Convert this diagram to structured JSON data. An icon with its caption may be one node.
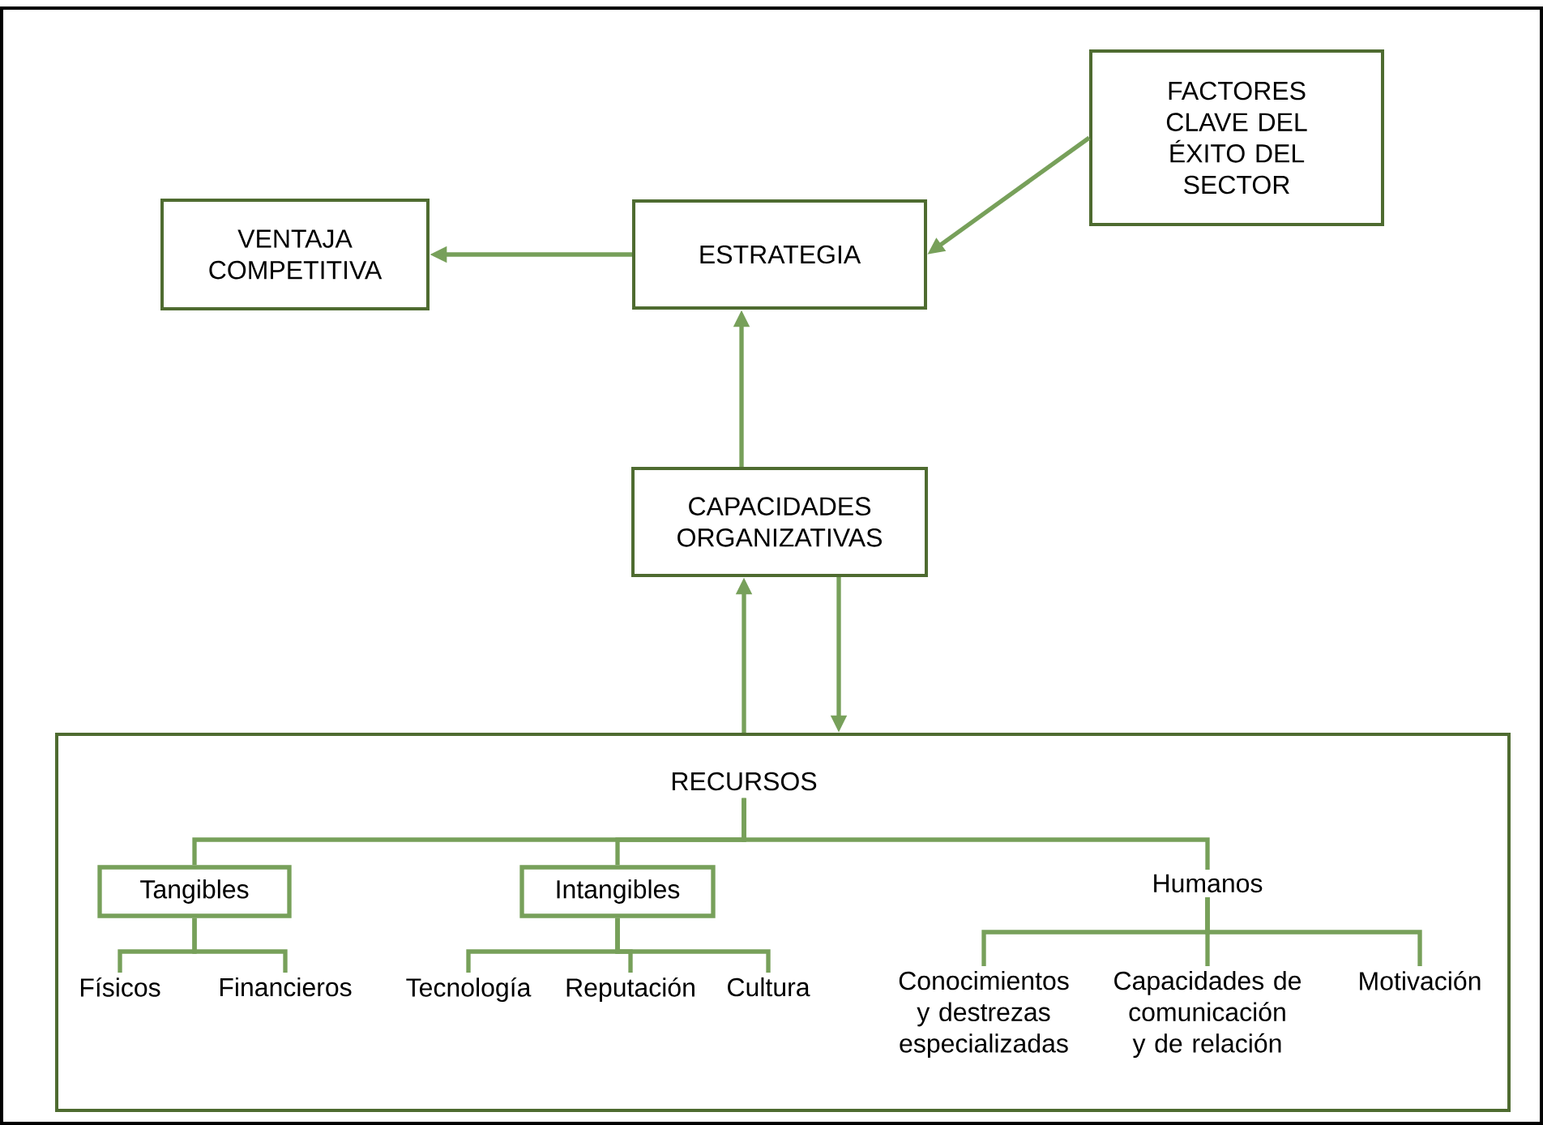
{
  "diagram": {
    "nodes": [
      {
        "text": [
          "VENTAJA COMPETITIVA"
        ]
      },
      {
        "text": [
          "ESTRATEGIA"
        ]
      },
      {
        "text": [
          "FACTORES CLAVE DEL ÉXITO DEL SECTOR"
        ]
      },
      {
        "text": [
          "CAPACIDADES ORGANIZATIVAS"
        ]
      },
      {
        "text": [
          "RECURSOS"
        ]
      },
      {
        "text": [
          "Tangibles"
        ],
        "in": 4
      },
      {
        "text": [
          "Intangibles"
        ],
        "in": 4
      },
      {
        "text": [
          "Humanos"
        ],
        "in": 4
      },
      {
        "text": [
          "Físicos"
        ],
        "in": 4
      },
      {
        "text": [
          "Financieros"
        ],
        "in": 4
      },
      {
        "text": [
          "Tecnología"
        ],
        "in": 4
      },
      {
        "text": [
          "Reputación"
        ],
        "in": 4
      },
      {
        "text": [
          "Cultura"
        ],
        "in": 4
      },
      {
        "text": [
          "Conocimientos y destrezas especializadas"
        ],
        "in": 4
      },
      {
        "text": [
          "Capacidades de comunicación y de relación"
        ],
        "in": 4
      },
      {
        "text": [
          "Motivación"
        ],
        "in": 4
      }
    ],
    "edges": [
      {
        "from": 1,
        "to": 0,
        "arrow": "to"
      },
      {
        "from": 2,
        "to": 1,
        "arrow": "to"
      },
      {
        "from": 3,
        "to": 1,
        "arrow": "to"
      },
      {
        "from": 4,
        "to": 3,
        "arrow": "to"
      },
      {
        "from": 3,
        "to": 4,
        "arrow": "to"
      },
      {
        "from": 4,
        "to": 5,
        "arrow": "none"
      },
      {
        "from": 4,
        "to": 6,
        "arrow": "none"
      },
      {
        "from": 4,
        "to": 7,
        "arrow": "none"
      },
      {
        "from": 5,
        "to": 8,
        "arrow": "none"
      },
      {
        "from": 5,
        "to": 9,
        "arrow": "none"
      },
      {
        "from": 6,
        "to": 10,
        "arrow": "none"
      },
      {
        "from": 6,
        "to": 11,
        "arrow": "none"
      },
      {
        "from": 6,
        "to": 12,
        "arrow": "none"
      },
      {
        "from": 7,
        "to": 13,
        "arrow": "none"
      },
      {
        "from": 7,
        "to": 14,
        "arrow": "none"
      },
      {
        "from": 7,
        "to": 15,
        "arrow": "none"
      }
    ]
  }
}
